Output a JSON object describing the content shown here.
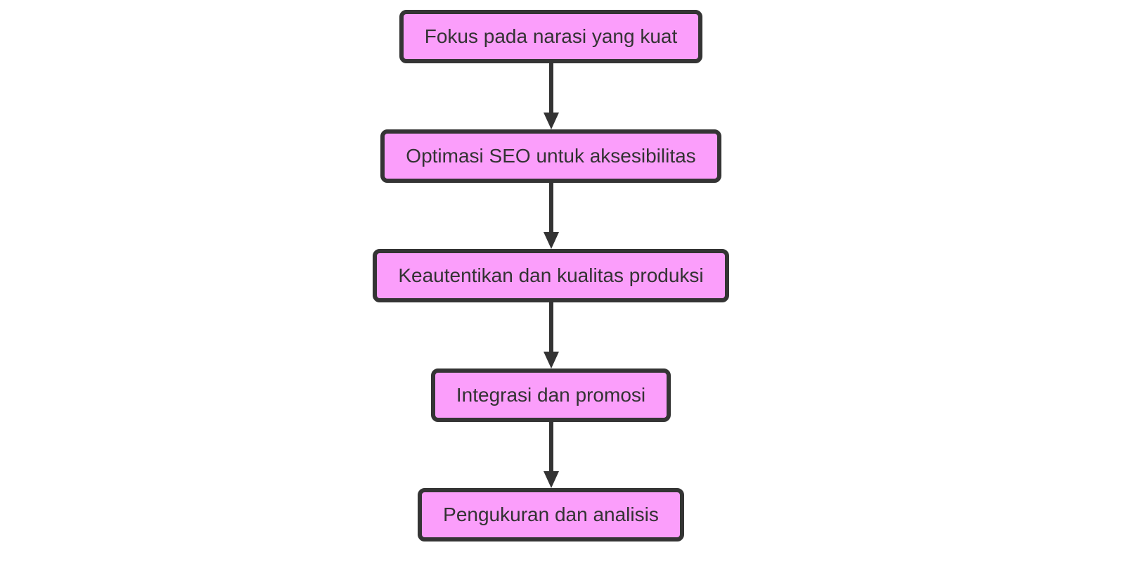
{
  "diagram": {
    "type": "flowchart",
    "direction": "top-down",
    "nodes": [
      {
        "id": "step1",
        "label": "Fokus pada narasi yang kuat"
      },
      {
        "id": "step2",
        "label": "Optimasi SEO untuk aksesibilitas"
      },
      {
        "id": "step3",
        "label": "Keautentikan dan kualitas produksi"
      },
      {
        "id": "step4",
        "label": "Integrasi dan promosi"
      },
      {
        "id": "step5",
        "label": "Pengukuran dan analisis"
      }
    ],
    "edges": [
      {
        "from": "step1",
        "to": "step2",
        "arrow": "solid-triangle"
      },
      {
        "from": "step2",
        "to": "step3",
        "arrow": "solid-triangle"
      },
      {
        "from": "step3",
        "to": "step4",
        "arrow": "solid-triangle"
      },
      {
        "from": "step4",
        "to": "step5",
        "arrow": "solid-triangle"
      }
    ],
    "colors": {
      "node_fill": "#fb9efb",
      "node_border": "#343434",
      "text": "#333333",
      "arrow": "#333333",
      "background": "#ffffff"
    }
  }
}
